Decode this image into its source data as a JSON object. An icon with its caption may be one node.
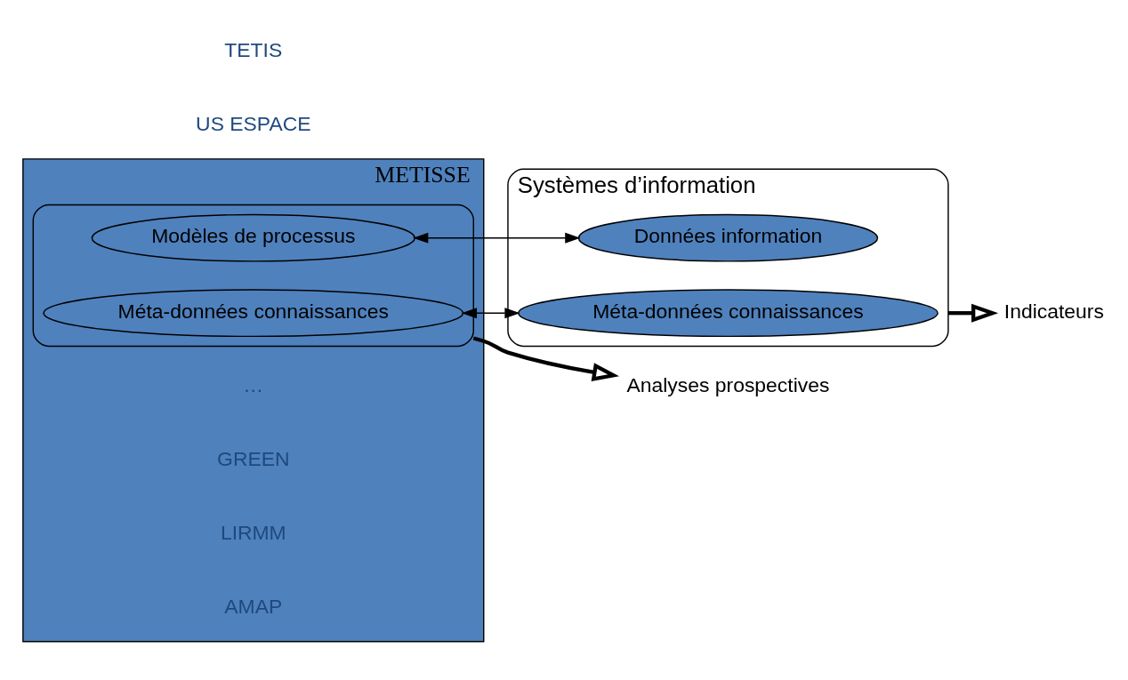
{
  "diagram": {
    "nodes": [
      {
        "text": [
          "METISSE"
        ]
      },
      {
        "text": [],
        "shape": "ellipse",
        "in": 0
      },
      {
        "text": [
          "Méta-données connaissances"
        ],
        "in": 1
      },
      {
        "text": [
          "Modèles de processus"
        ],
        "in": 1
      },
      {
        "text": [
          "Systèmes d’information"
        ]
      },
      {
        "text": [
          "Méta-données connaissances"
        ],
        "in": 4
      },
      {
        "text": [
          "Données information"
        ],
        "in": 4
      },
      {
        "text": [
          "Analyses prospectives"
        ]
      },
      {
        "text": [
          "Indicateurs"
        ]
      }
    ],
    "edges": [
      {
        "from": 2,
        "to": 5,
        "arrow": "both"
      },
      {
        "from": 3,
        "to": 6,
        "arrow": "both"
      },
      {
        "from": 1,
        "to": 7,
        "arrow": "to",
        "style": "thick"
      },
      {
        "from": 4,
        "to": 8,
        "arrow": "to",
        "style": "thick"
      }
    ],
    "labels": [
      "AMAP",
      "LIRMM",
      "GREEN",
      "…",
      "TETIS",
      "US ESPACE"
    ]
  }
}
